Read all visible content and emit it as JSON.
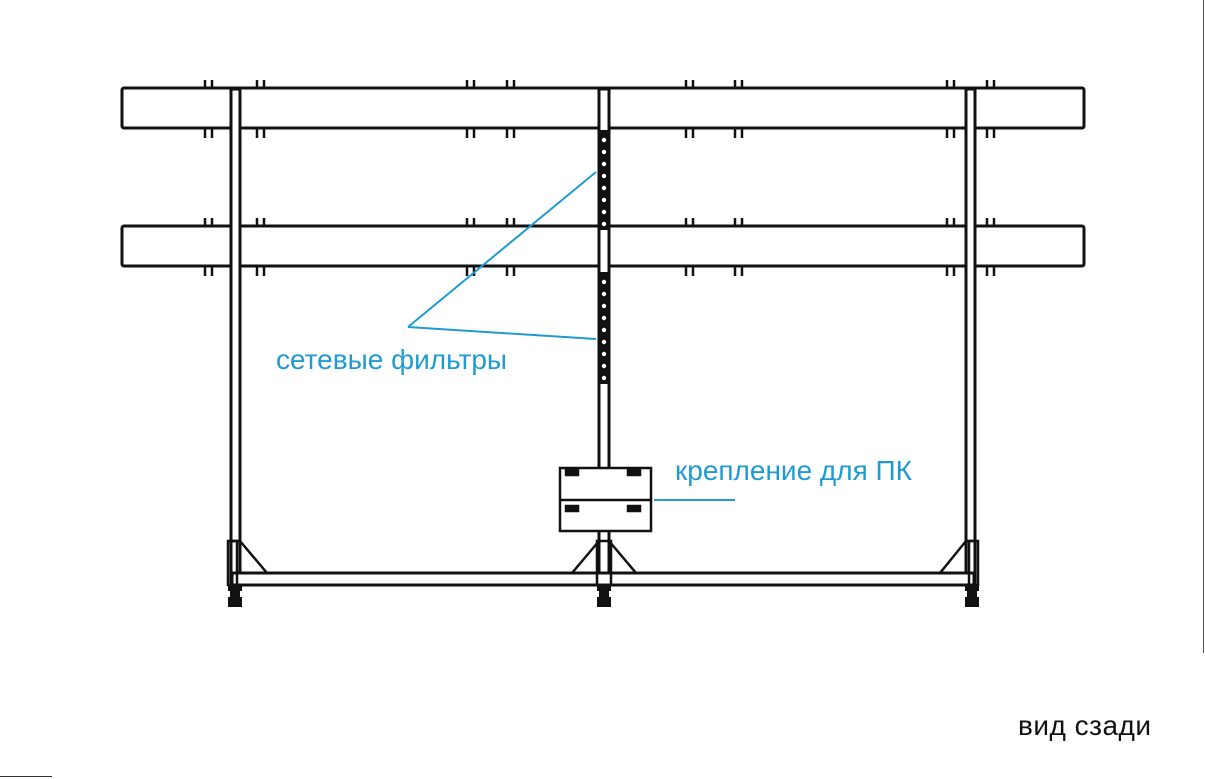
{
  "labels": {
    "filters": "сетевые фильтры",
    "pc_mount": "крепление для ПК",
    "view": "вид  сзади"
  },
  "colors": {
    "annotation": "#1f9bd1",
    "frame": "#111111"
  }
}
